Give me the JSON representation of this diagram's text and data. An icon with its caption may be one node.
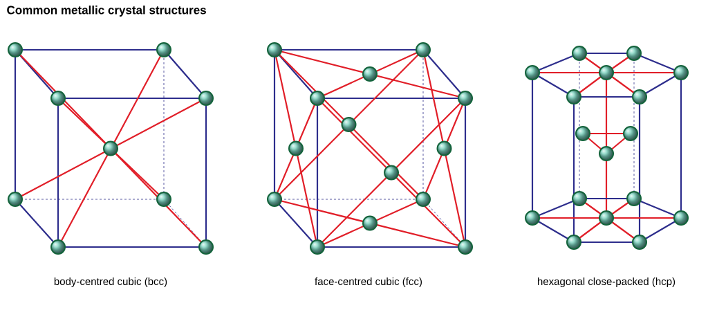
{
  "diagram": {
    "title": "Common metallic crystal structures",
    "labels": [
      "body-centred cubic (bcc)",
      "face-centred cubic (fcc)",
      "hexagonal close-packed (hcp)"
    ]
  }
}
